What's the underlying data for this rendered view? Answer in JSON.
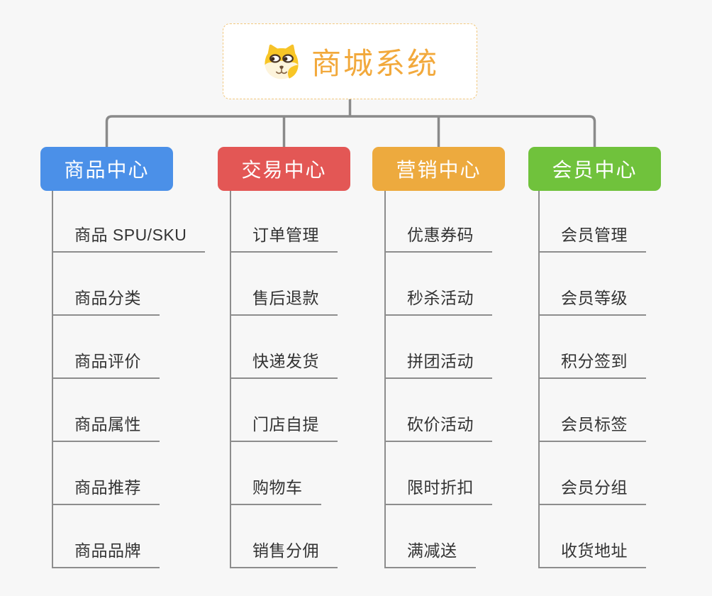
{
  "root": {
    "title": "商城系统",
    "icon": "shiba-dog-icon"
  },
  "branches": [
    {
      "label": "商品中心",
      "color": "#4B90E8",
      "children": [
        "商品 SPU/SKU",
        "商品分类",
        "商品评价",
        "商品属性",
        "商品推荐",
        "商品品牌"
      ]
    },
    {
      "label": "交易中心",
      "color": "#E35755",
      "children": [
        "订单管理",
        "售后退款",
        "快递发货",
        "门店自提",
        "购物车",
        "销售分佣"
      ]
    },
    {
      "label": "营销中心",
      "color": "#EDAA3E",
      "children": [
        "优惠券码",
        "秒杀活动",
        "拼团活动",
        "砍价活动",
        "限时折扣",
        "满减送"
      ]
    },
    {
      "label": "会员中心",
      "color": "#70C23C",
      "children": [
        "会员管理",
        "会员等级",
        "积分签到",
        "会员标签",
        "会员分组",
        "收货地址"
      ]
    }
  ],
  "colors": {
    "background": "#F7F7F7",
    "root_title": "#F2A93C",
    "root_border": "#F2C87E",
    "connector": "#8A8A8A",
    "leaf_line": "#8D8D8D",
    "leaf_text": "#333333",
    "branch_text": "#FFFFFF"
  }
}
